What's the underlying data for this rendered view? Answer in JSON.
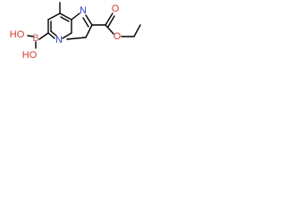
{
  "molecule": {
    "labels": {
      "hydroxyl_top": "HO",
      "boron": "B",
      "hydroxyl_bottom": "HO",
      "ring_nitrogen": "N",
      "bridge_nitrogen": "N",
      "carbonyl_oxygen": "O",
      "ester_oxygen": "O"
    }
  },
  "colors": {
    "bond": "#000000",
    "boron": "#c26a55",
    "hydroxyl": "#d9372b",
    "oxygen": "#d9372b",
    "nitrogen": "#2f3fbf"
  }
}
